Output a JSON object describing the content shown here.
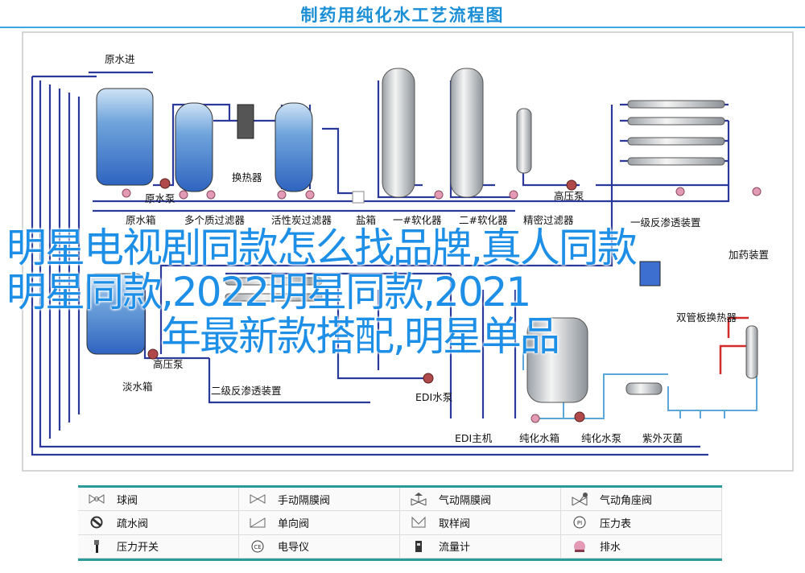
{
  "title": "制药用纯化水工艺流程图",
  "labels": {
    "raw_water_in": "原水进",
    "raw_water_pump": "原水泵",
    "heat_exchanger": "换热器",
    "high_pressure_pump_1": "高压泵",
    "raw_water_tank": "原水箱",
    "multi_media_filter": "多个质过滤器",
    "carbon_filter": "活性炭过滤器",
    "salt_tank": "盐箱",
    "softener_1": "一#软化器",
    "softener_2": "二#软化器",
    "precision_filter": "精密过滤器",
    "ro_stage_1": "一级反渗透装置",
    "dosing_unit": "加药装置",
    "double_tube_heat_exchanger": "双管板换热器",
    "high_pressure_pump_2": "高压泵",
    "fresh_water_tank": "淡水箱",
    "ro_stage_2": "二级反渗透装置",
    "edi_pump": "EDI水泵",
    "edi_host": "EDI主机",
    "purified_water_tank": "纯化水箱",
    "purified_water_pump": "纯化水泵",
    "uv_sterilizer": "紫外灭菌"
  },
  "legend": [
    {
      "icon": "ball-valve-icon",
      "label": "球阀"
    },
    {
      "icon": "manual-diaphragm-valve-icon",
      "label": "手动隔膜阀"
    },
    {
      "icon": "pneumatic-diaphragm-valve-icon",
      "label": "气动隔膜阀"
    },
    {
      "icon": "pneumatic-angle-valve-icon",
      "label": "气动角座阀"
    },
    {
      "icon": "drain-valve-icon",
      "label": "疏水阀"
    },
    {
      "icon": "check-valve-icon",
      "label": "单向阀"
    },
    {
      "icon": "sampling-valve-icon",
      "label": "取样阀"
    },
    {
      "icon": "pressure-gauge-icon",
      "label": "压力表"
    },
    {
      "icon": "pressure-switch-icon",
      "label": "压力开关"
    },
    {
      "icon": "conductivity-meter-icon",
      "label": "电导仪"
    },
    {
      "icon": "flow-meter-icon",
      "label": "流量计"
    },
    {
      "icon": "drain-icon",
      "label": "排水"
    }
  ],
  "overlay": {
    "line1": "明星电视剧同款怎么找品牌,真人同款",
    "line2": "明星同款,2022明星同款,2021",
    "line3": "年最新款搭配,明星单品"
  },
  "colors": {
    "title": "#1a8fd6",
    "pipe": "#2b3a9a",
    "overlay": "#1e8fe6",
    "legend_rule": "#2a9a9a"
  }
}
